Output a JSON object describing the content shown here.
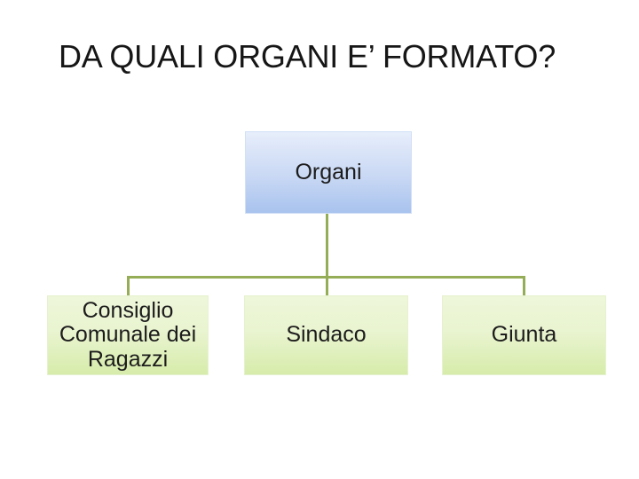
{
  "slide": {
    "title": "DA QUALI ORGANI E’ FORMATO?"
  },
  "diagram": {
    "type": "org-chart",
    "root": {
      "label": "Organi"
    },
    "children": [
      {
        "label": "Consiglio Comunale dei Ragazzi"
      },
      {
        "label": "Sindaco"
      },
      {
        "label": "Giunta"
      }
    ],
    "colors": {
      "root_box_gradient_top": "#e7eefb",
      "root_box_gradient_bottom": "#a8c3ee",
      "child_box_gradient_top": "#eef7da",
      "child_box_gradient_bottom": "#d7ecab",
      "connector_line": "#95ad57",
      "text": "#1c1c1c",
      "background": "#ffffff"
    }
  }
}
